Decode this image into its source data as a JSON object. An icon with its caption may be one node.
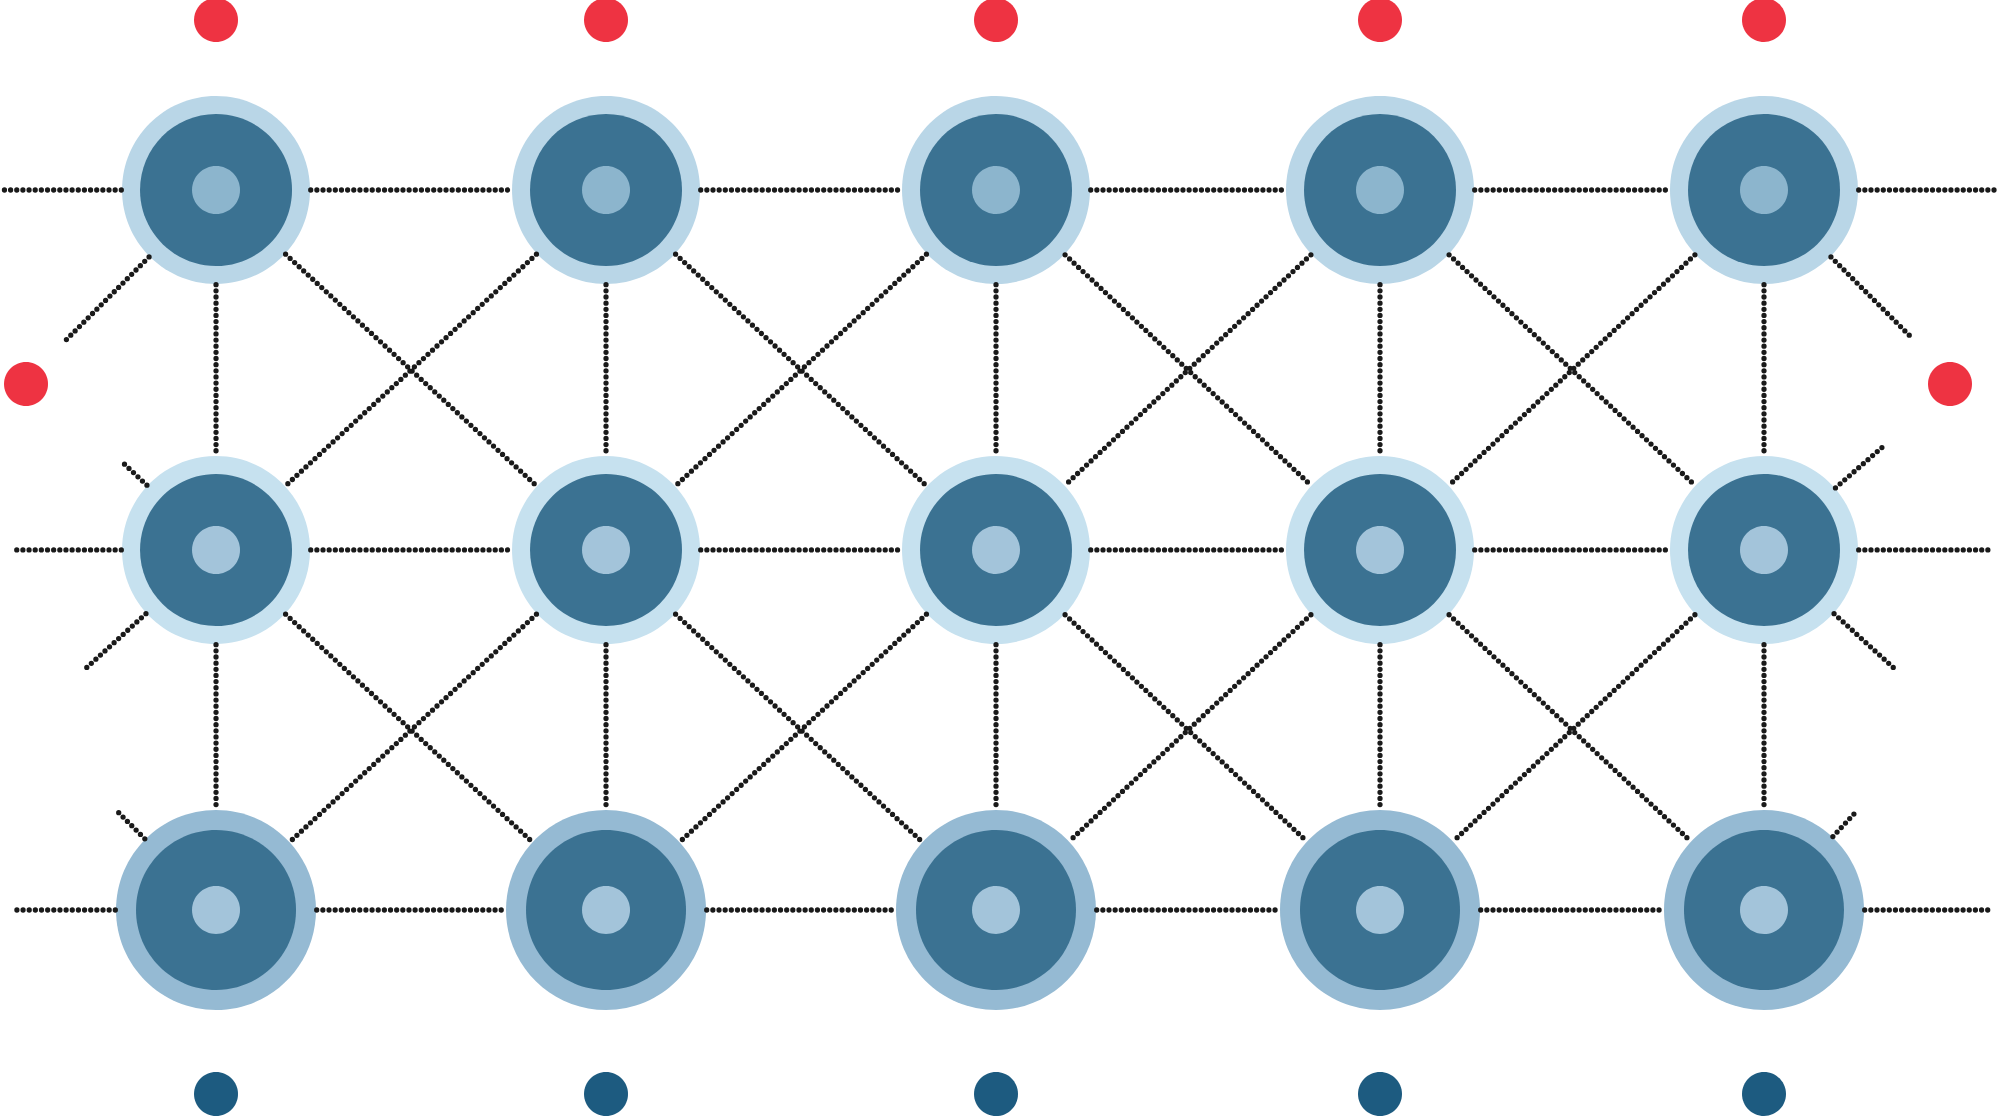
{
  "diagram": {
    "nodes": [
      {
        "text": [],
        "shape": "circle"
      },
      {
        "text": [],
        "shape": "circle"
      },
      {
        "text": [],
        "shape": "circle"
      },
      {
        "text": [],
        "shape": "circle"
      },
      {
        "text": [],
        "shape": "circle"
      },
      {
        "text": [],
        "shape": "circle"
      },
      {
        "text": [],
        "shape": "circle"
      },
      {
        "text": [],
        "shape": "circle"
      },
      {
        "text": [],
        "shape": "circle"
      },
      {
        "text": [],
        "shape": "circle"
      },
      {
        "text": [],
        "shape": "circle"
      },
      {
        "text": [],
        "shape": "circle"
      },
      {
        "text": [],
        "shape": "circle"
      },
      {
        "text": [],
        "shape": "circle"
      },
      {
        "text": [],
        "shape": "circle"
      }
    ],
    "edges": [
      {
        "from": 0,
        "to": 1,
        "arrow": "none"
      },
      {
        "from": 1,
        "to": 2,
        "arrow": "none"
      },
      {
        "from": 2,
        "to": 3,
        "arrow": "none"
      },
      {
        "from": 3,
        "to": 4,
        "arrow": "none"
      },
      {
        "from": 5,
        "to": 6,
        "arrow": "none"
      },
      {
        "from": 6,
        "to": 7,
        "arrow": "none"
      },
      {
        "from": 7,
        "to": 8,
        "arrow": "none"
      },
      {
        "from": 8,
        "to": 9,
        "arrow": "none"
      },
      {
        "from": 10,
        "to": 11,
        "arrow": "none"
      },
      {
        "from": 11,
        "to": 12,
        "arrow": "none"
      },
      {
        "from": 12,
        "to": 13,
        "arrow": "none"
      },
      {
        "from": 13,
        "to": 14,
        "arrow": "none"
      },
      {
        "from": 0,
        "to": 5,
        "arrow": "none"
      },
      {
        "from": 1,
        "to": 6,
        "arrow": "none"
      },
      {
        "from": 2,
        "to": 7,
        "arrow": "none"
      },
      {
        "from": 3,
        "to": 8,
        "arrow": "none"
      },
      {
        "from": 4,
        "to": 9,
        "arrow": "none"
      },
      {
        "from": 5,
        "to": 10,
        "arrow": "none"
      },
      {
        "from": 6,
        "to": 11,
        "arrow": "none"
      },
      {
        "from": 7,
        "to": 12,
        "arrow": "none"
      },
      {
        "from": 8,
        "to": 13,
        "arrow": "none"
      },
      {
        "from": 9,
        "to": 14,
        "arrow": "none"
      },
      {
        "from": 0,
        "to": 6,
        "arrow": "none"
      },
      {
        "from": 1,
        "to": 5,
        "arrow": "none"
      },
      {
        "from": 1,
        "to": 7,
        "arrow": "none"
      },
      {
        "from": 2,
        "to": 6,
        "arrow": "none"
      },
      {
        "from": 2,
        "to": 8,
        "arrow": "none"
      },
      {
        "from": 3,
        "to": 7,
        "arrow": "none"
      },
      {
        "from": 3,
        "to": 9,
        "arrow": "none"
      },
      {
        "from": 4,
        "to": 8,
        "arrow": "none"
      },
      {
        "from": 5,
        "to": 11,
        "arrow": "none"
      },
      {
        "from": 6,
        "to": 10,
        "arrow": "none"
      },
      {
        "from": 6,
        "to": 12,
        "arrow": "none"
      },
      {
        "from": 7,
        "to": 11,
        "arrow": "none"
      },
      {
        "from": 7,
        "to": 13,
        "arrow": "none"
      },
      {
        "from": 8,
        "to": 12,
        "arrow": "none"
      },
      {
        "from": 8,
        "to": 14,
        "arrow": "none"
      },
      {
        "from": 9,
        "to": 13,
        "arrow": "none"
      },
      {
        "from": 0,
        "to": null,
        "arrow": "none"
      },
      {
        "from": 4,
        "to": null,
        "arrow": "none"
      },
      {
        "from": 5,
        "to": null,
        "arrow": "none"
      },
      {
        "from": 9,
        "to": null,
        "arrow": "none"
      },
      {
        "from": 10,
        "to": null,
        "arrow": "none"
      },
      {
        "from": 14,
        "to": null,
        "arrow": "none"
      },
      {
        "from": 0,
        "to": null,
        "arrow": "none"
      },
      {
        "from": 4,
        "to": null,
        "arrow": "none"
      },
      {
        "from": 5,
        "to": null,
        "arrow": "none"
      },
      {
        "from": 5,
        "to": null,
        "arrow": "none"
      },
      {
        "from": 9,
        "to": null,
        "arrow": "none"
      },
      {
        "from": 9,
        "to": null,
        "arrow": "none"
      },
      {
        "from": 10,
        "to": null,
        "arrow": "none"
      },
      {
        "from": 14,
        "to": null,
        "arrow": "none"
      }
    ]
  }
}
